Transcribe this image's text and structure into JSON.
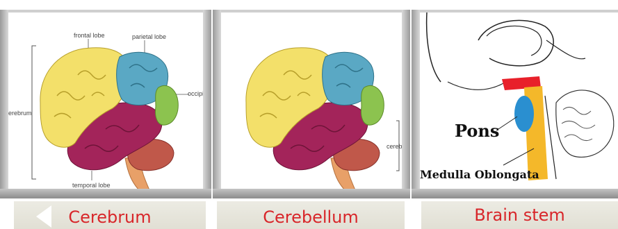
{
  "panels": [
    {
      "caption": "Cerebrum",
      "labels": {
        "frontal": "frontal lobe",
        "parietal": "parietal lobe",
        "occipital": "occipital lo",
        "cerebrum": "erebrum",
        "temporal": "temporal lobe"
      }
    },
    {
      "caption": "Cerebellum",
      "labels": {
        "cerebellum": "cerebe"
      }
    },
    {
      "caption": "Brain stem",
      "labels": {
        "pons": "Pons",
        "medulla": "Medulla Oblongata"
      }
    }
  ],
  "colors": {
    "caption_text": "#d8262a",
    "frontal": "#f3e06a",
    "parietal": "#5aa8c4",
    "occipital": "#8cc34f",
    "temporal": "#a3245a",
    "cerebellum": "#c0584a",
    "stem": "#e8a068",
    "pons": "#2a8fd0",
    "medulla": "#f4b82a",
    "midbrain": "#e8202a"
  }
}
